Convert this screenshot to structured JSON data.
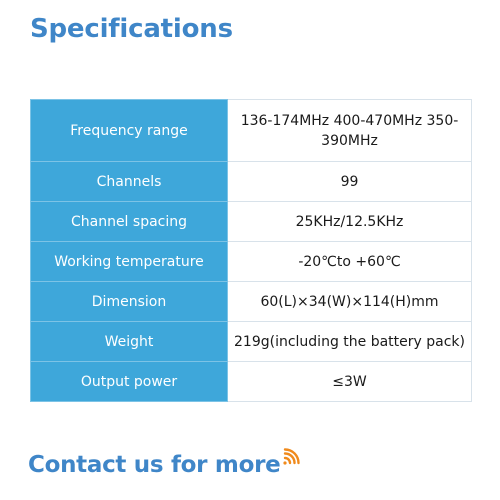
{
  "heading": "Specifications",
  "specs": [
    {
      "label": "Frequency range",
      "value": "136-174MHz  400-470MHz  350-390MHz"
    },
    {
      "label": "Channels",
      "value": "99"
    },
    {
      "label": "Channel spacing",
      "value": "25KHz/12.5KHz"
    },
    {
      "label": "Working temperature",
      "value": "-20℃to +60℃"
    },
    {
      "label": "Dimension",
      "value": "60(L)×34(W)×114(H)mm"
    },
    {
      "label": "Weight",
      "value": "219g(including the battery pack)"
    },
    {
      "label": "Output power",
      "value": "≤3W"
    }
  ],
  "contact": {
    "text": "Contact us for more",
    "icon": "signal-waves-icon",
    "icon_color": "#f08a1c"
  },
  "colors": {
    "accent_text": "#3f86c8",
    "label_cell": "#3ea7da"
  }
}
